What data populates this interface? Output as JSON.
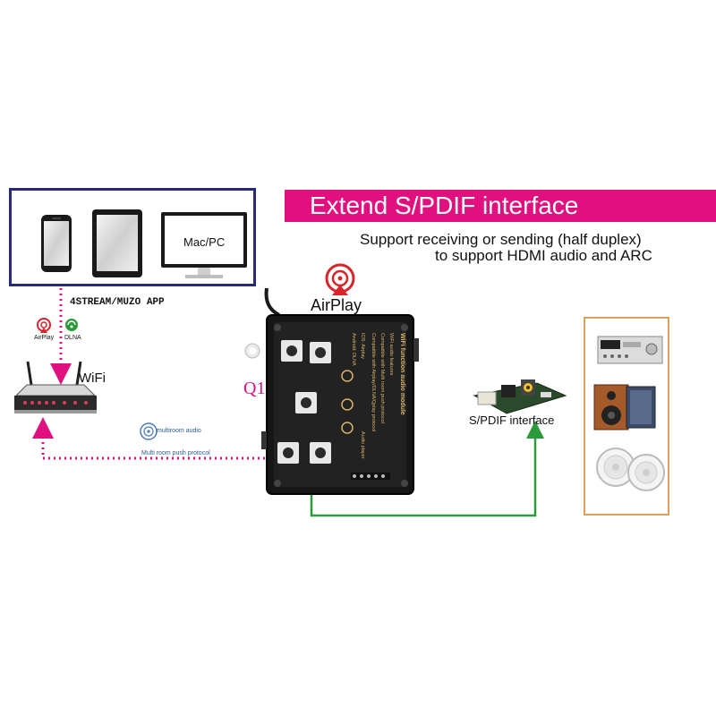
{
  "banner": {
    "title": "Extend S/PDIF interface"
  },
  "subtitle": {
    "line1": "Support receiving or sending (half duplex)",
    "line2": "to support HDMI audio and ARC"
  },
  "devices": {
    "mac_label": "Mac/PC"
  },
  "app_label": "4STREAM/MUZO APP",
  "router": {
    "label": "WiFi"
  },
  "mini_logos": {
    "airplay": "AirPlay",
    "dlna": "DLNA"
  },
  "multiroom": {
    "logo_text": "multiroom audio",
    "caption": "Multi room push protocol"
  },
  "module": {
    "airplay_label": "AirPlay",
    "q_label": "Q1",
    "board_title": "WiFi function audio module",
    "board_text": [
      "WiFi audio features",
      "Compatible with Multi room push protocol",
      "Compatible with Airplay/DLNA/Qplay protocol",
      "IOS: Airplay",
      "Android: DLNA",
      "Audio player"
    ]
  },
  "spdif": {
    "label": "S/PDIF interface"
  },
  "colors": {
    "brand_magenta": "#e0107e",
    "border_navy": "#2a2a7a",
    "wire_green": "#2a9a3a",
    "speaker_frame": "#d9a15a",
    "airplay_red": "#d8242a"
  }
}
